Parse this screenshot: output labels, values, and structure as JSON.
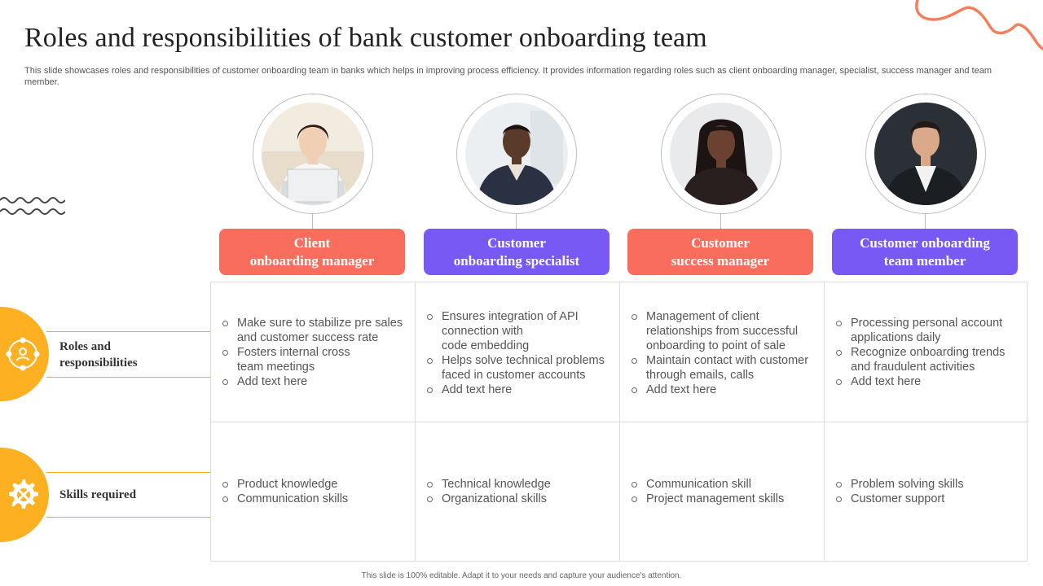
{
  "slide": {
    "title": "Roles and responsibilities of bank customer onboarding team",
    "subtitle": "This slide showcases roles and responsibilities of customer onboarding team in banks which helps in improving process efficiency. It provides information regarding roles such as client onboarding manager, specialist, success manager and team member.",
    "footer": "This slide is 100% editable. Adapt it to your needs and capture your audience's attention."
  },
  "rows": [
    {
      "label_lines": [
        "Roles and",
        "responsibilities"
      ],
      "icon": "team-network-icon"
    },
    {
      "label_lines": [
        "Skills required"
      ],
      "icon": "gear-tools-icon"
    }
  ],
  "roles": [
    {
      "title_lines": [
        "Client",
        "onboarding manager"
      ],
      "color": "#f96d5c",
      "responsibilities": [
        [
          "Make sure to stabilize pre sales",
          "and customer success rate"
        ],
        [
          "Fosters internal cross",
          "team meetings"
        ],
        [
          "Add text here"
        ]
      ],
      "skills": [
        [
          "Product knowledge"
        ],
        [
          "Communication skills"
        ]
      ]
    },
    {
      "title_lines": [
        "Customer",
        "onboarding specialist"
      ],
      "color": "#7859f4",
      "responsibilities": [
        [
          "Ensures integration of API",
          "connection with",
          "code embedding"
        ],
        [
          "Helps solve technical problems",
          "faced in customer accounts"
        ],
        [
          "Add text here"
        ]
      ],
      "skills": [
        [
          "Technical knowledge"
        ],
        [
          "Organizational skills"
        ]
      ]
    },
    {
      "title_lines": [
        "Customer",
        "success manager"
      ],
      "color": "#f96d5c",
      "responsibilities": [
        [
          "Management of client",
          "relationships from successful",
          "onboarding to point of sale"
        ],
        [
          "Maintain contact with customer",
          "through emails, calls"
        ],
        [
          "Add text here"
        ]
      ],
      "skills": [
        [
          "Communication skill"
        ],
        [
          "Project management skills"
        ]
      ]
    },
    {
      "title_lines": [
        "Customer onboarding",
        "team member"
      ],
      "color": "#7859f4",
      "responsibilities": [
        [
          "Processing personal account",
          "applications daily"
        ],
        [
          "Recognize onboarding trends",
          "and fraudulent activities"
        ],
        [
          "Add text here"
        ]
      ],
      "skills": [
        [
          "Problem solving skills"
        ],
        [
          "Customer support"
        ]
      ]
    }
  ],
  "colors": {
    "accent_orange": "#f96d5c",
    "accent_purple": "#7859f4",
    "side_yellow": "#fdb022"
  }
}
